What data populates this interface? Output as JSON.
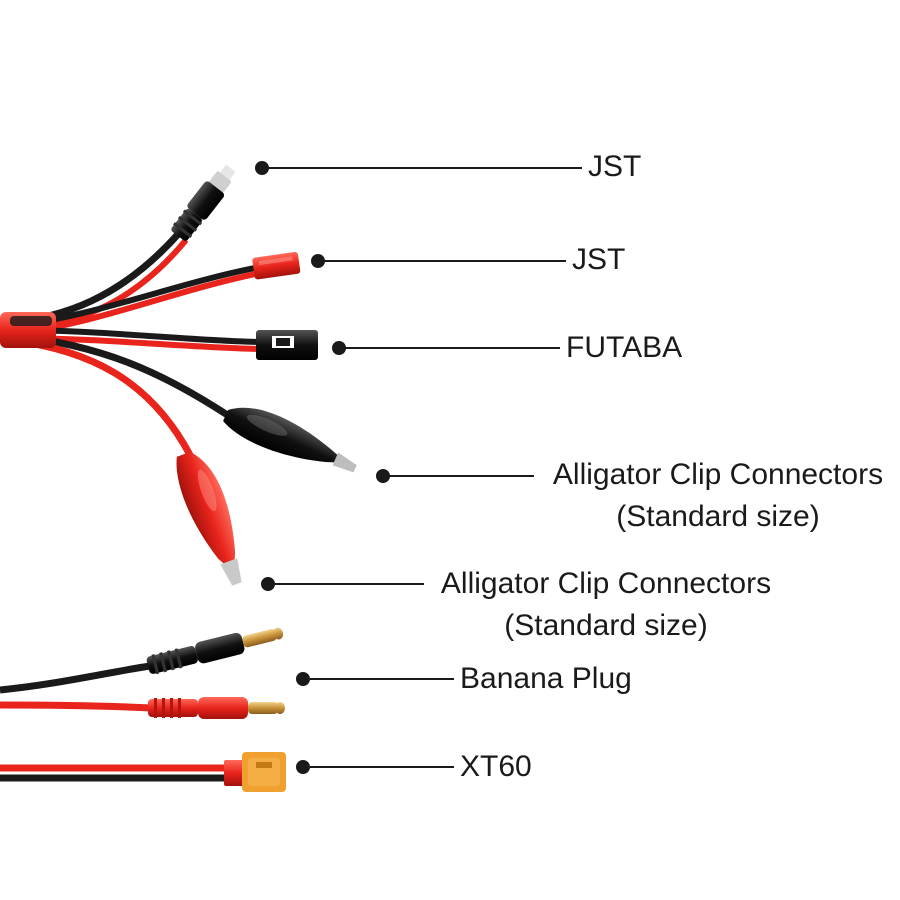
{
  "connectors": [
    {
      "id": "jst-1",
      "lines": [
        "JST"
      ]
    },
    {
      "id": "jst-2",
      "lines": [
        "JST"
      ]
    },
    {
      "id": "futaba",
      "lines": [
        "FUTABA"
      ]
    },
    {
      "id": "alligator-black",
      "lines": [
        "Alligator Clip Connectors",
        "(Standard size)"
      ]
    },
    {
      "id": "alligator-red",
      "lines": [
        "Alligator Clip Connectors",
        "(Standard size)"
      ]
    },
    {
      "id": "banana",
      "lines": [
        "Banana Plug"
      ]
    },
    {
      "id": "xt60",
      "lines": [
        "XT60"
      ]
    }
  ],
  "colors": {
    "wire_red": "#e8241c",
    "wire_black": "#1a1a1a",
    "leader_line": "#1a1a1a",
    "xt60_body": "#f0a02e",
    "brass": "#d4a34a",
    "label_text": "#1a1a1a"
  }
}
